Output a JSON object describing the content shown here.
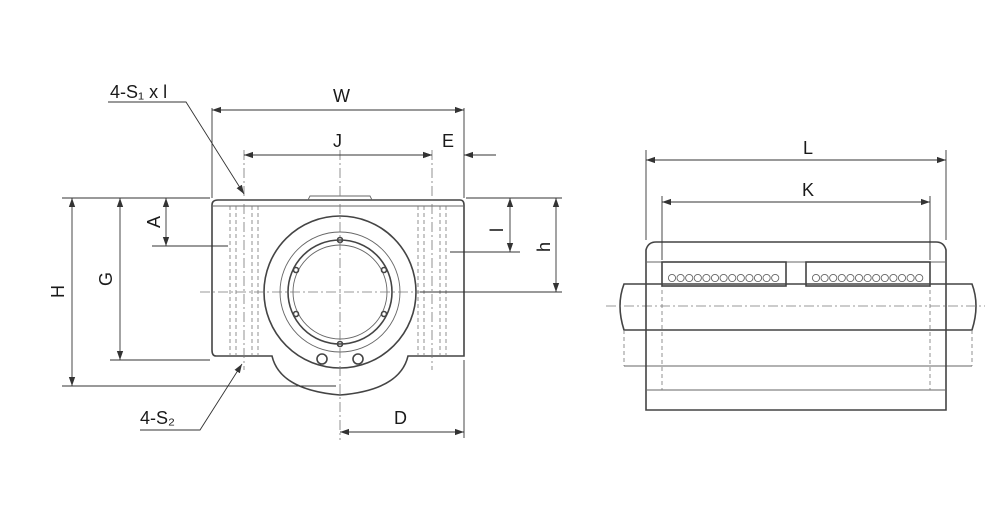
{
  "front_view": {
    "labels": {
      "hole_a": "4-S₁ x l",
      "hole_b": "4-S₂",
      "W": "W",
      "J": "J",
      "E": "E",
      "A": "A",
      "l": "l",
      "h": "h",
      "H": "H",
      "G": "G",
      "D": "D"
    }
  },
  "side_view": {
    "labels": {
      "L": "L",
      "K": "K"
    }
  }
}
